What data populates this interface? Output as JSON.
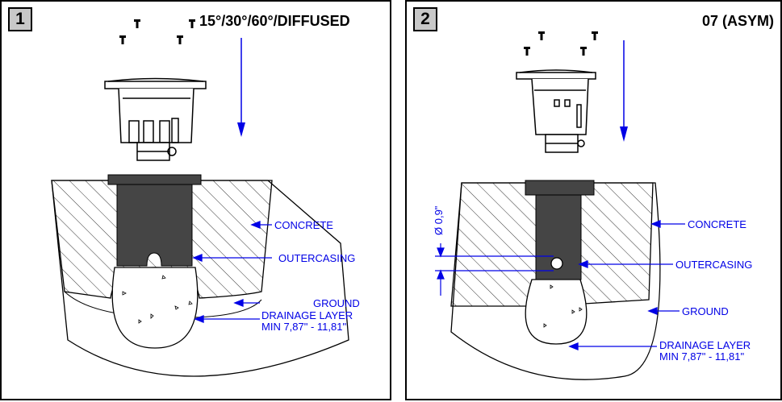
{
  "panels": [
    {
      "number": "1",
      "title": "15°/30°/60°/DIFFUSED",
      "labels": {
        "concrete": "CONCRETE",
        "outercasing": "OUTERCASING",
        "ground": "GROUND",
        "drainage_line1": "DRAINAGE LAYER",
        "drainage_line2": "MIN 7,87\" - 11,81\""
      }
    },
    {
      "number": "2",
      "title": "07 (ASYM)",
      "dimension": "Ø 0,9\"",
      "labels": {
        "concrete": "CONCRETE",
        "outercasing": "OUTERCASING",
        "ground": "GROUND",
        "drainage_line1": "DRAINAGE LAYER",
        "drainage_line2": "MIN 7,87\" - 11,81\""
      }
    }
  ],
  "colors": {
    "annotation": "#0000e6",
    "casing": "#454545",
    "panel_badge": "#c8c8c8"
  }
}
